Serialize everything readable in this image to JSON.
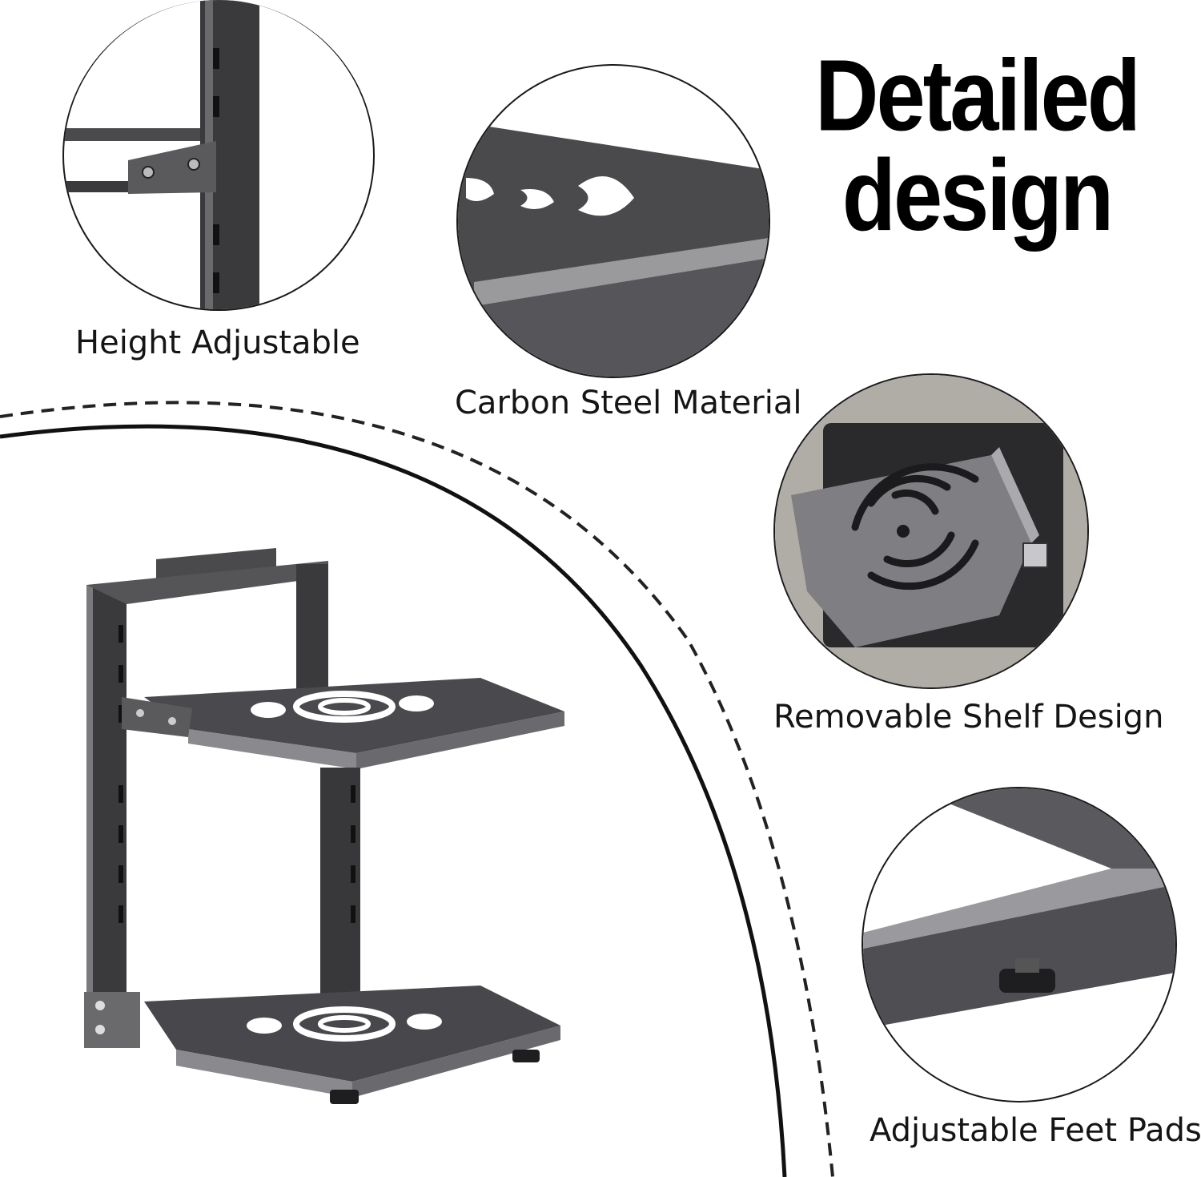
{
  "headline": {
    "line1": "Detailed",
    "line2": "design"
  },
  "features": [
    {
      "label": "Height Adjustable"
    },
    {
      "label": "Carbon Steel Material"
    },
    {
      "label": "Removable Shelf Design"
    },
    {
      "label": "Adjustable Feet Pads"
    }
  ],
  "colors": {
    "steel_dark": "#3c3c3e",
    "steel_mid": "#5a5a5c",
    "steel_light": "#8a8a8c",
    "outline": "#1a1a1a",
    "background": "#ffffff"
  }
}
